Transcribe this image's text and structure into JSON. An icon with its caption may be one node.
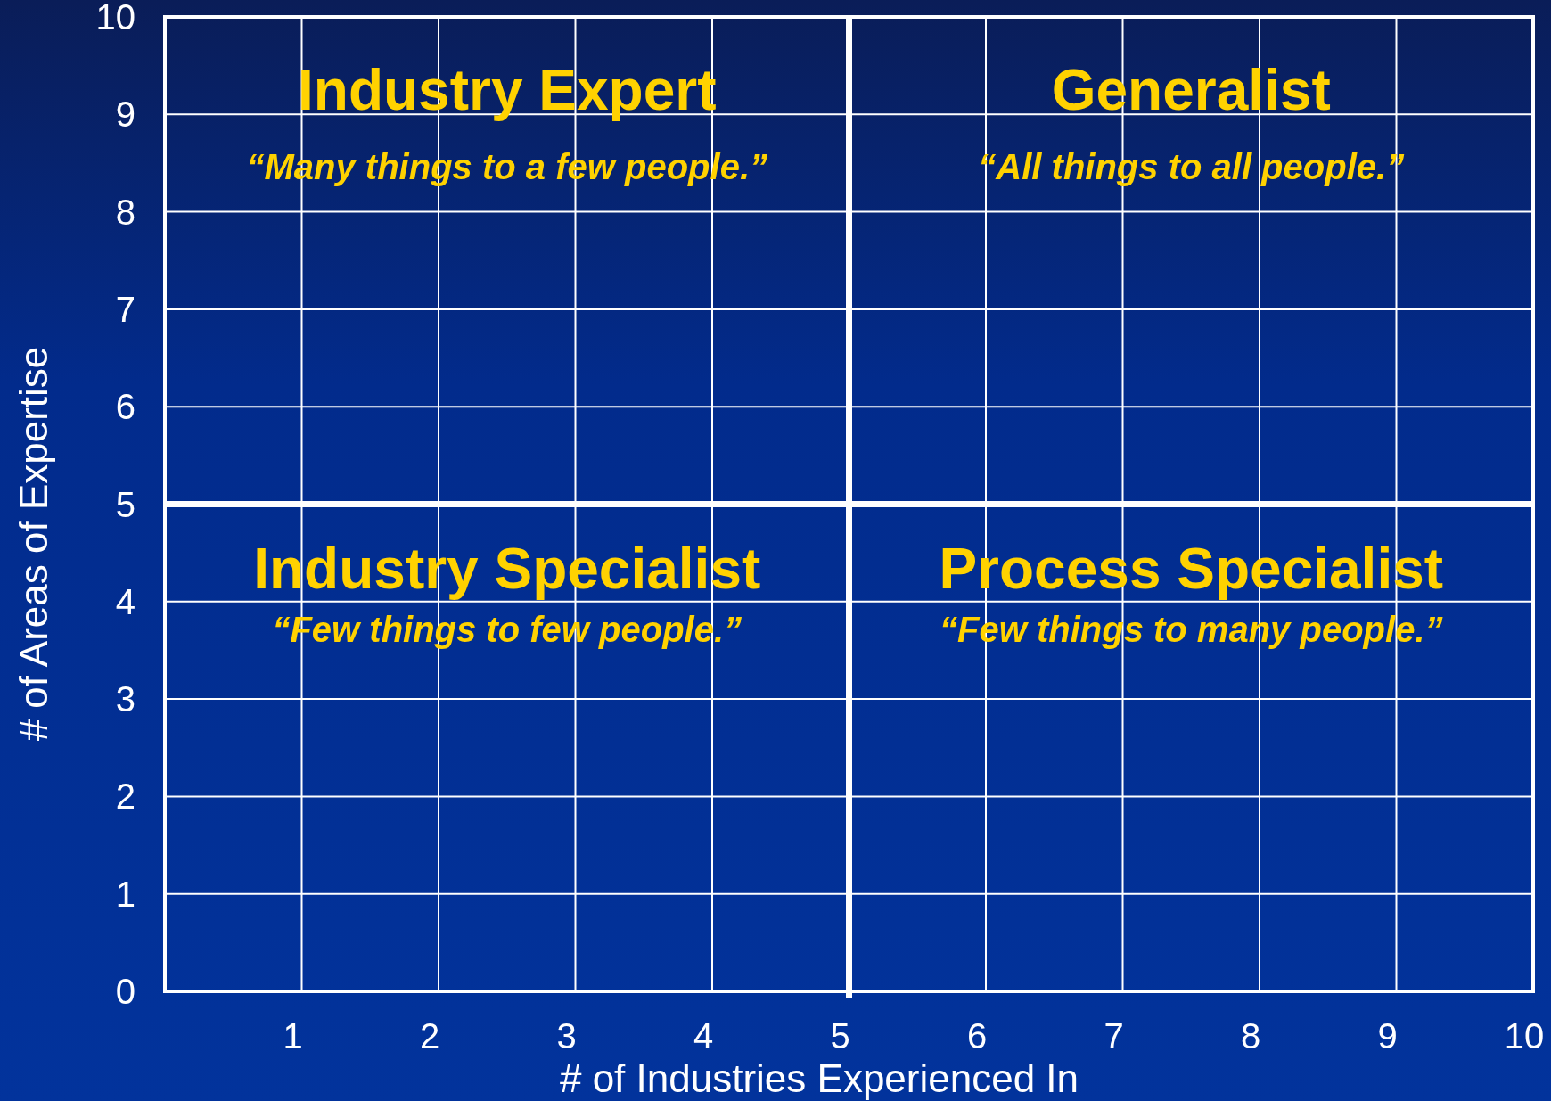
{
  "diagram": {
    "nodes": [
      {
        "text": [
          "Industry Expert",
          "“Many things to a few people.”"
        ]
      },
      {
        "text": [
          "Generalist",
          "“All things to all people.”"
        ]
      },
      {
        "text": [
          "Industry Specialist",
          "“Few things to few people.”"
        ]
      },
      {
        "text": [
          "Process Specialist",
          "“Few things to many people.”"
        ]
      }
    ],
    "edges": [],
    "labels": [
      "10",
      "9",
      "8",
      "7",
      "6",
      "5",
      "4",
      "3",
      "2",
      "1",
      "0",
      "1",
      "2",
      "3",
      "4",
      "5",
      "6",
      "7",
      "8",
      "9",
      "10",
      "# of Areas of Expertise",
      "# of Industries Experienced In"
    ]
  }
}
